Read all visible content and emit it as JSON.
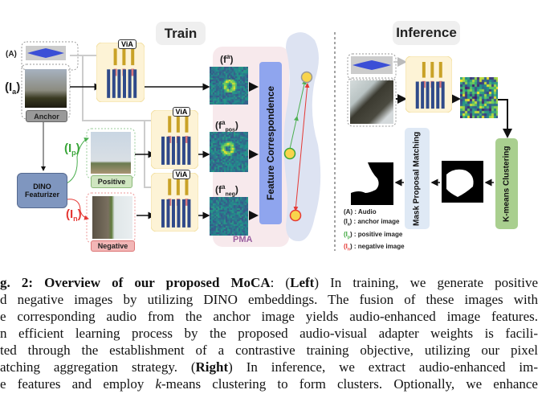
{
  "figure": {
    "train_title": "Train",
    "inference_title": "Inference",
    "audio_label": "(A)",
    "anchor_symbol": "(I",
    "anchor_sub": "a",
    "positive_symbol": "(I",
    "positive_sub": "p",
    "negative_symbol": "(I",
    "negative_sub": "n",
    "close_paren": ")",
    "anchor_tag": "Anchor",
    "positive_tag": "Positive",
    "negative_tag": "Negative",
    "dino_label_1": "DINO",
    "dino_label_2": "Featurizer",
    "via_label": "ViA",
    "feat_f": "(f",
    "feat_sup": "a",
    "feat_pos_sub": "pos",
    "feat_neg_sub": "neg",
    "feature_correspondence": "Feature Correspondence",
    "pma_label": "PMA",
    "kmeans_label": "K-means Clustering",
    "mask_proposal_label": "Mask Proposal Matching",
    "legend": [
      {
        "sym": "(A)",
        "sub": "",
        "text": " : Audio",
        "color": "#222222"
      },
      {
        "sym": "(I",
        "sub": "a",
        "text": ") : anchor image",
        "color": "#222222"
      },
      {
        "sym": "(I",
        "sub": "p",
        "text": ") : positive image",
        "color": "#3aa63a"
      },
      {
        "sym": "(I",
        "sub": "n",
        "text": ") : negative image",
        "color": "#e0302a"
      }
    ],
    "colors": {
      "positive": "#4caf50",
      "negative": "#e53935",
      "pma_bg": "#f7e9ec",
      "feature_corr": "#8fa5ee",
      "kmeans": "#a9cf8f",
      "mask_proposal": "#dfe9f5",
      "dino": "#7f96bf",
      "via_bg": "#fdf3d6"
    }
  },
  "caption": {
    "fig_label": "g. 2: Overview of our proposed MoCA",
    "l1_a": ": (",
    "l1_b": "Left",
    "l1_c": ") In training, we generate positive",
    "l2": "d negative images by utilizing DINO embeddings. The fusion of these images with",
    "l3": "e corresponding audio from the anchor image yields audio-enhanced image features.",
    "l4": "n efficient learning process by the proposed audio-visual adapter weights is facili-",
    "l5": "ted through the establishment of a contrastive training objective, utilizing our pixel",
    "l6_a": "atching aggregation strategy. (",
    "l6_b": "Right",
    "l6_c": ") In inference, we extract audio-enhanced im-",
    "l7_a": "e features and employ ",
    "l7_b": "k",
    "l7_c": "-means clustering to form clusters. Optionally, we enhance"
  }
}
